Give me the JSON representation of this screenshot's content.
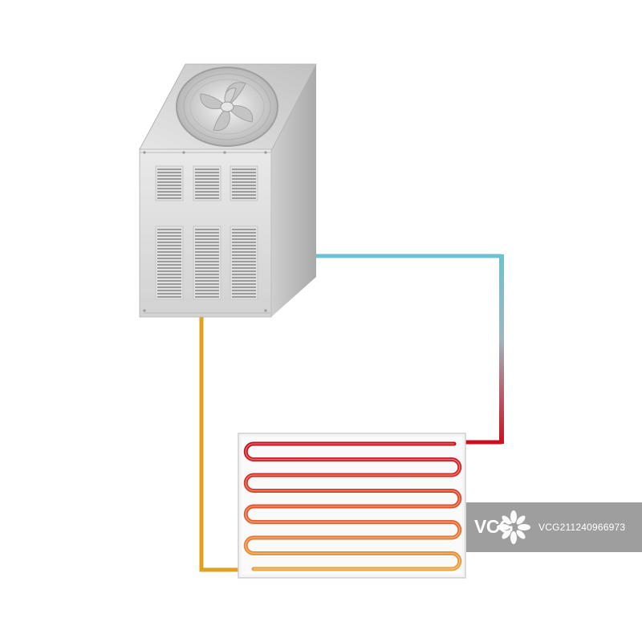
{
  "watermark": {
    "logo": "VCG",
    "id": "VCG211240966973"
  },
  "colors": {
    "hot_pipe": "#c8101e",
    "cold_pipe": "#6fc0d0",
    "return_pipe": "#e0a020",
    "unit_body": "#dcdcdc",
    "panel_bg": "#f2f2f2"
  },
  "components": {
    "outdoor_unit": "heat-pump-outdoor-unit",
    "radiator": "underfloor-heating-coil-panel"
  }
}
